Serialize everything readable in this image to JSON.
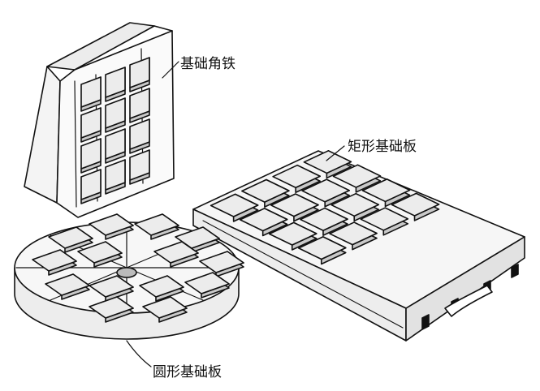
{
  "labels": {
    "angle_plate": "基础角铁",
    "rect_base": "矩形基础板",
    "round_base": "圆形基础板"
  },
  "colors": {
    "ink": "#111111",
    "paper": "#ffffff",
    "pad_top": "#e9e9e9",
    "pad_side": "#c8c8c8"
  }
}
